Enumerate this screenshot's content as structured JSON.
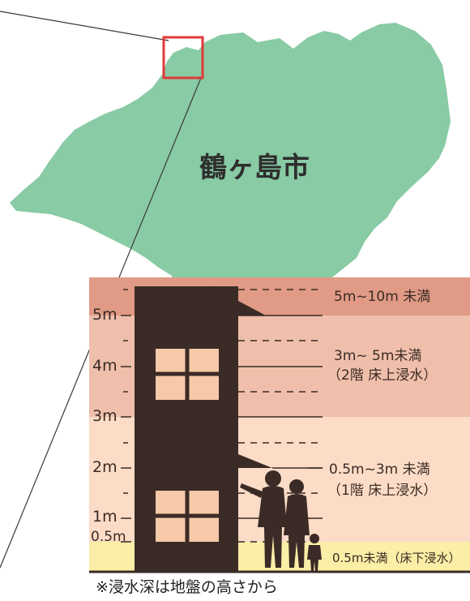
{
  "map": {
    "city_name": "鶴ヶ島市",
    "fill_color": "#88cba5",
    "marker_color": "#e0393a"
  },
  "depth_chart": {
    "axis_labels": [
      "5m",
      "4m",
      "3m",
      "2m",
      "1m",
      "0.5m"
    ],
    "bands": [
      {
        "range_label": "5m~10m 未満",
        "detail": "",
        "color": "#e09a85"
      },
      {
        "range_label": "3m~ 5m未満",
        "detail": "（2階 床上浸水）",
        "color": "#efbfab"
      },
      {
        "range_label": "0.5m~3m 未満",
        "detail": "（1階 床上浸水）",
        "color": "#fcdcc6"
      },
      {
        "range_label": "0.5m未満（床下浸水）",
        "detail": "",
        "color": "#fbeea6"
      }
    ],
    "building_color": "#3b2b27",
    "window_color": "#f6c9a8"
  },
  "footnote": "※浸水深は地盤の高さから"
}
